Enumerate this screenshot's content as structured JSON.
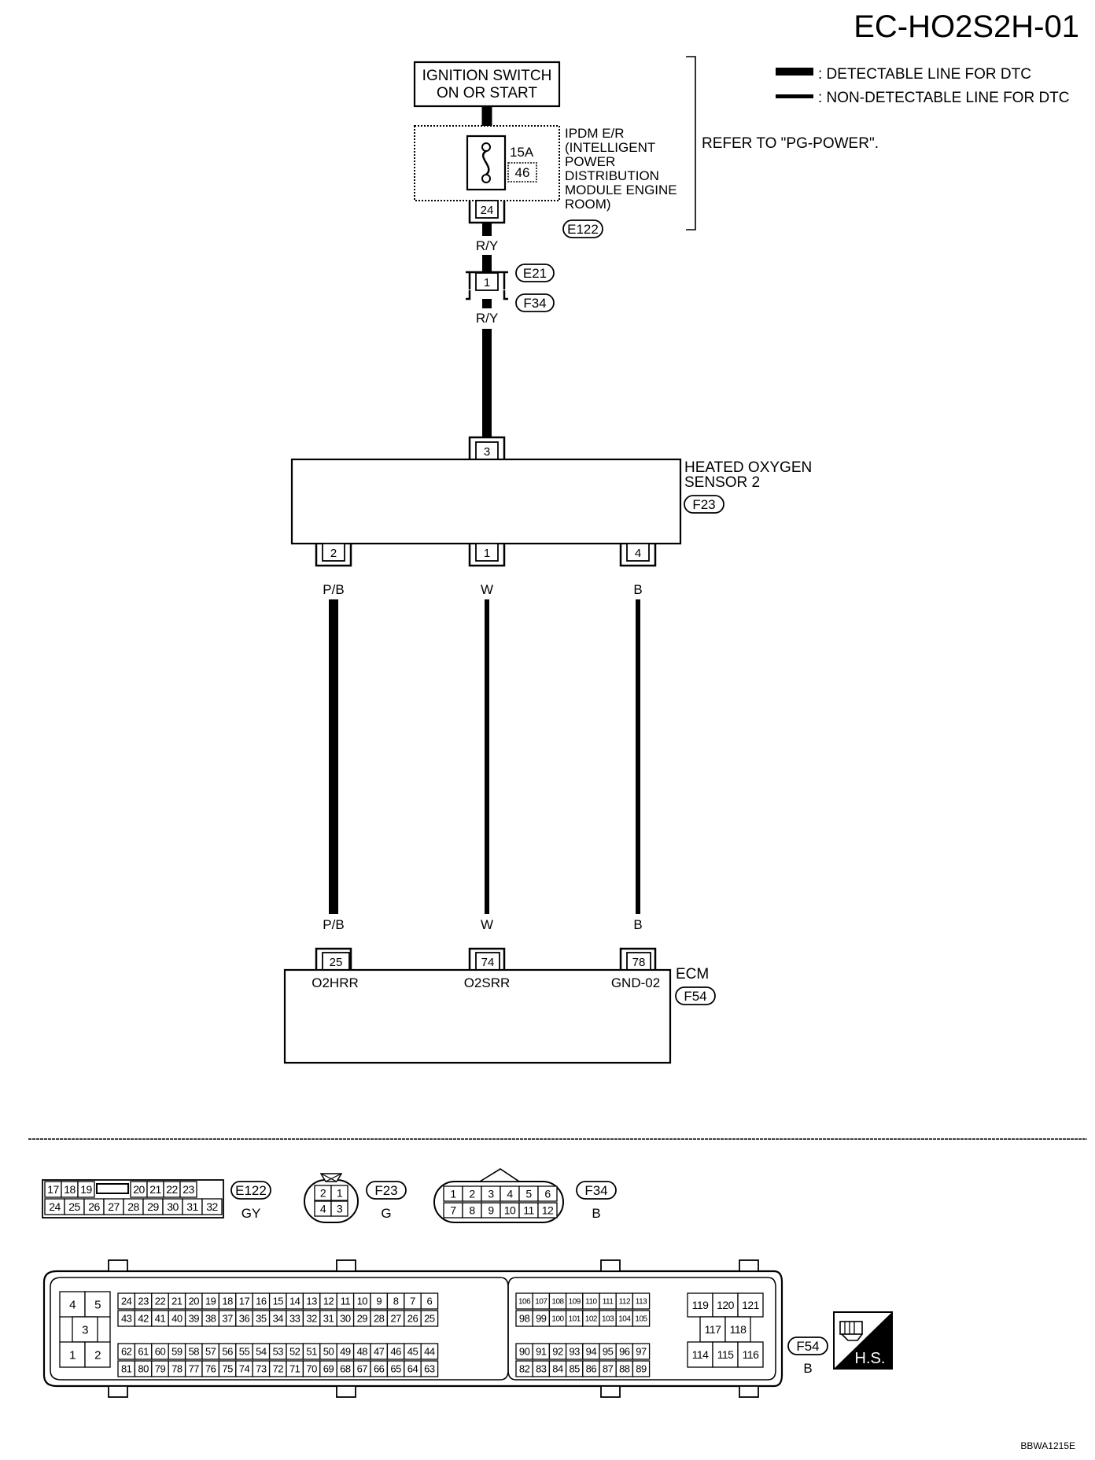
{
  "title": "EC-HO2S2H-01",
  "legend": {
    "detectable": ": DETECTABLE LINE FOR DTC",
    "non_detectable": ": NON-DETECTABLE LINE FOR DTC"
  },
  "refer_note": "REFER TO \"PG-POWER\".",
  "ignition": {
    "line1": "IGNITION SWITCH",
    "line2": "ON OR START"
  },
  "ipdm": {
    "lines": [
      "IPDM E/R",
      "(INTELLIGENT",
      "POWER",
      "DISTRIBUTION",
      "MODULE ENGINE",
      "ROOM)"
    ],
    "fuse_amp": "15A",
    "fuse_no": "46",
    "pin": "24",
    "connector": "E122"
  },
  "wire_top_color": "R/Y",
  "joint": {
    "pin": "1",
    "connector_a": "E21",
    "connector_b": "F34"
  },
  "sensor": {
    "line1": "HEATED OXYGEN",
    "line2": "SENSOR 2",
    "connector": "F23",
    "top_pin": "3",
    "bottom_pins": [
      "2",
      "1",
      "4"
    ]
  },
  "wire_colors": [
    "P/B",
    "W",
    "B"
  ],
  "ecm": {
    "label": "ECM",
    "connector": "F54",
    "pins": [
      "25",
      "74",
      "78"
    ],
    "signals": [
      "O2HRR",
      "O2SRR",
      "GND-02"
    ]
  },
  "connectors": {
    "e122": {
      "id": "E122",
      "color": "GY",
      "row1": [
        "17",
        "18",
        "19",
        "",
        "20",
        "21",
        "22",
        "23"
      ],
      "row2": [
        "24",
        "25",
        "26",
        "27",
        "28",
        "29",
        "30",
        "31",
        "32"
      ]
    },
    "f23": {
      "id": "F23",
      "color": "G",
      "pins": [
        "2",
        "1",
        "4",
        "3"
      ]
    },
    "f34": {
      "id": "F34",
      "color": "B",
      "row1": [
        "1",
        "2",
        "3",
        "4",
        "5",
        "6"
      ],
      "row2": [
        "7",
        "8",
        "9",
        "10",
        "11",
        "12"
      ]
    },
    "f54": {
      "id": "F54",
      "color": "B",
      "left_block": [
        "4",
        "5",
        "3",
        "1",
        "2"
      ],
      "a_row1": [
        "24",
        "23",
        "22",
        "21",
        "20",
        "19",
        "18",
        "17",
        "16",
        "15",
        "14",
        "13",
        "12",
        "11",
        "10",
        "9",
        "8",
        "7",
        "6"
      ],
      "a_row2": [
        "43",
        "42",
        "41",
        "40",
        "39",
        "38",
        "37",
        "36",
        "35",
        "34",
        "33",
        "32",
        "31",
        "30",
        "29",
        "28",
        "27",
        "26",
        "25"
      ],
      "a_row3": [
        "62",
        "61",
        "60",
        "59",
        "58",
        "57",
        "56",
        "55",
        "54",
        "53",
        "52",
        "51",
        "50",
        "49",
        "48",
        "47",
        "46",
        "45",
        "44"
      ],
      "a_row4": [
        "81",
        "80",
        "79",
        "78",
        "77",
        "76",
        "75",
        "74",
        "73",
        "72",
        "71",
        "70",
        "69",
        "68",
        "67",
        "66",
        "65",
        "64",
        "63"
      ],
      "b_row1": [
        "106",
        "107",
        "108",
        "109",
        "110",
        "111",
        "112",
        "113"
      ],
      "b_row2": [
        "98",
        "99",
        "100",
        "101",
        "102",
        "103",
        "104",
        "105"
      ],
      "b_row3": [
        "90",
        "91",
        "92",
        "93",
        "94",
        "95",
        "96",
        "97"
      ],
      "b_row4": [
        "82",
        "83",
        "84",
        "85",
        "86",
        "87",
        "88",
        "89"
      ],
      "c_row1": [
        "119",
        "120",
        "121"
      ],
      "c_row2": [
        "117",
        "118"
      ],
      "c_row3": [
        "114",
        "115",
        "116"
      ]
    }
  },
  "hs_badge": "H.S.",
  "code": "BBWA1215E"
}
